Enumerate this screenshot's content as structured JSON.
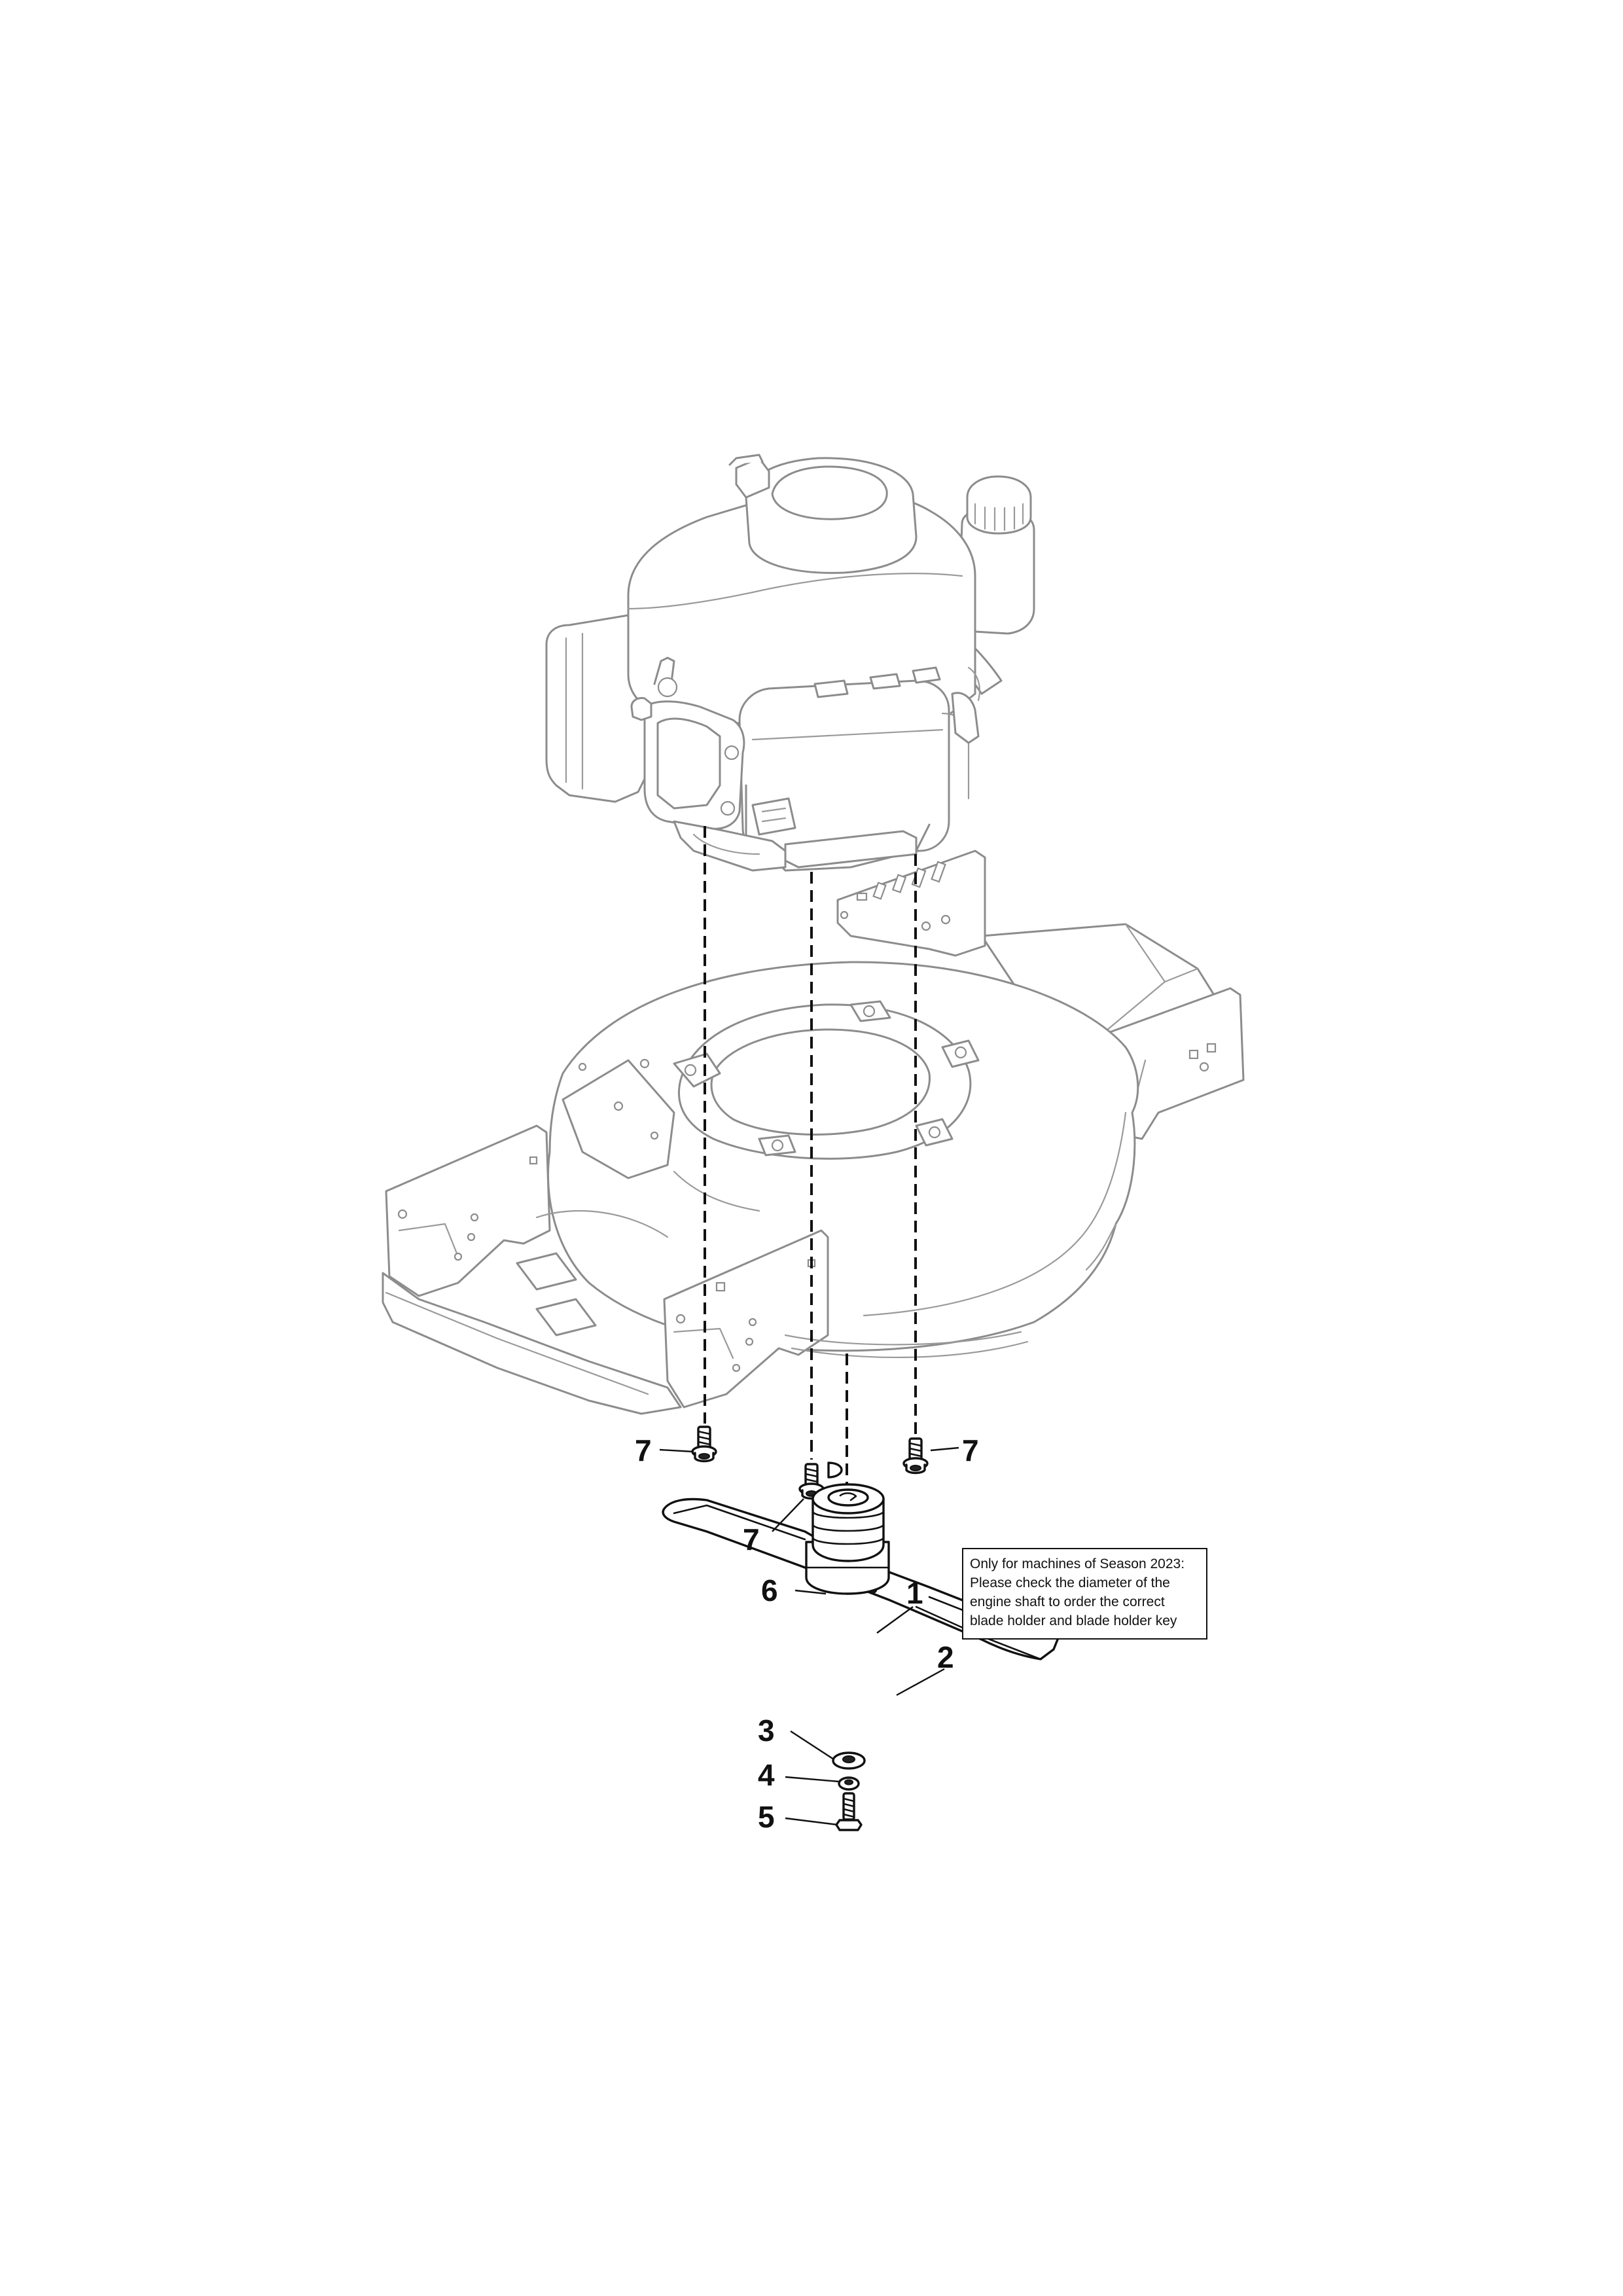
{
  "callouts": {
    "c1": "1",
    "c2": "2",
    "c3": "3",
    "c4": "4",
    "c5": "5",
    "c6": "6",
    "c7a": "7",
    "c7b": "7",
    "c7c": "7"
  },
  "note": {
    "lines": [
      "Only for machines of Season 2023:",
      "Please check the diameter of the",
      "engine shaft to order the correct",
      "blade holder and blade holder key"
    ]
  }
}
